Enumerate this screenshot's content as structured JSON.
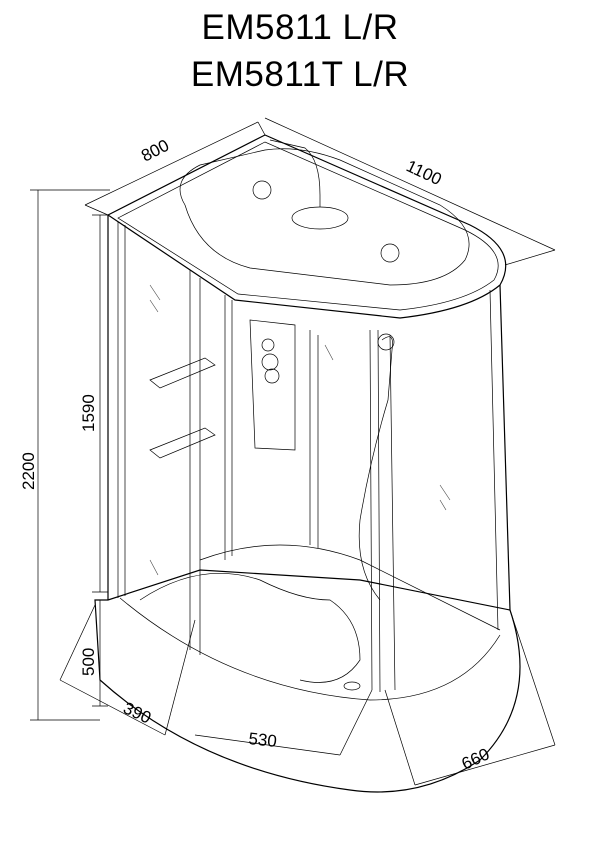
{
  "title": {
    "line1": "EM5811 L/R",
    "line2": "EM5811T L/R"
  },
  "dimensions": {
    "depth": "800",
    "width": "1100",
    "total_height": "2200",
    "cabin_height": "1590",
    "tray_height": "500",
    "front_left": "390",
    "door_width": "530",
    "front_right": "660"
  }
}
